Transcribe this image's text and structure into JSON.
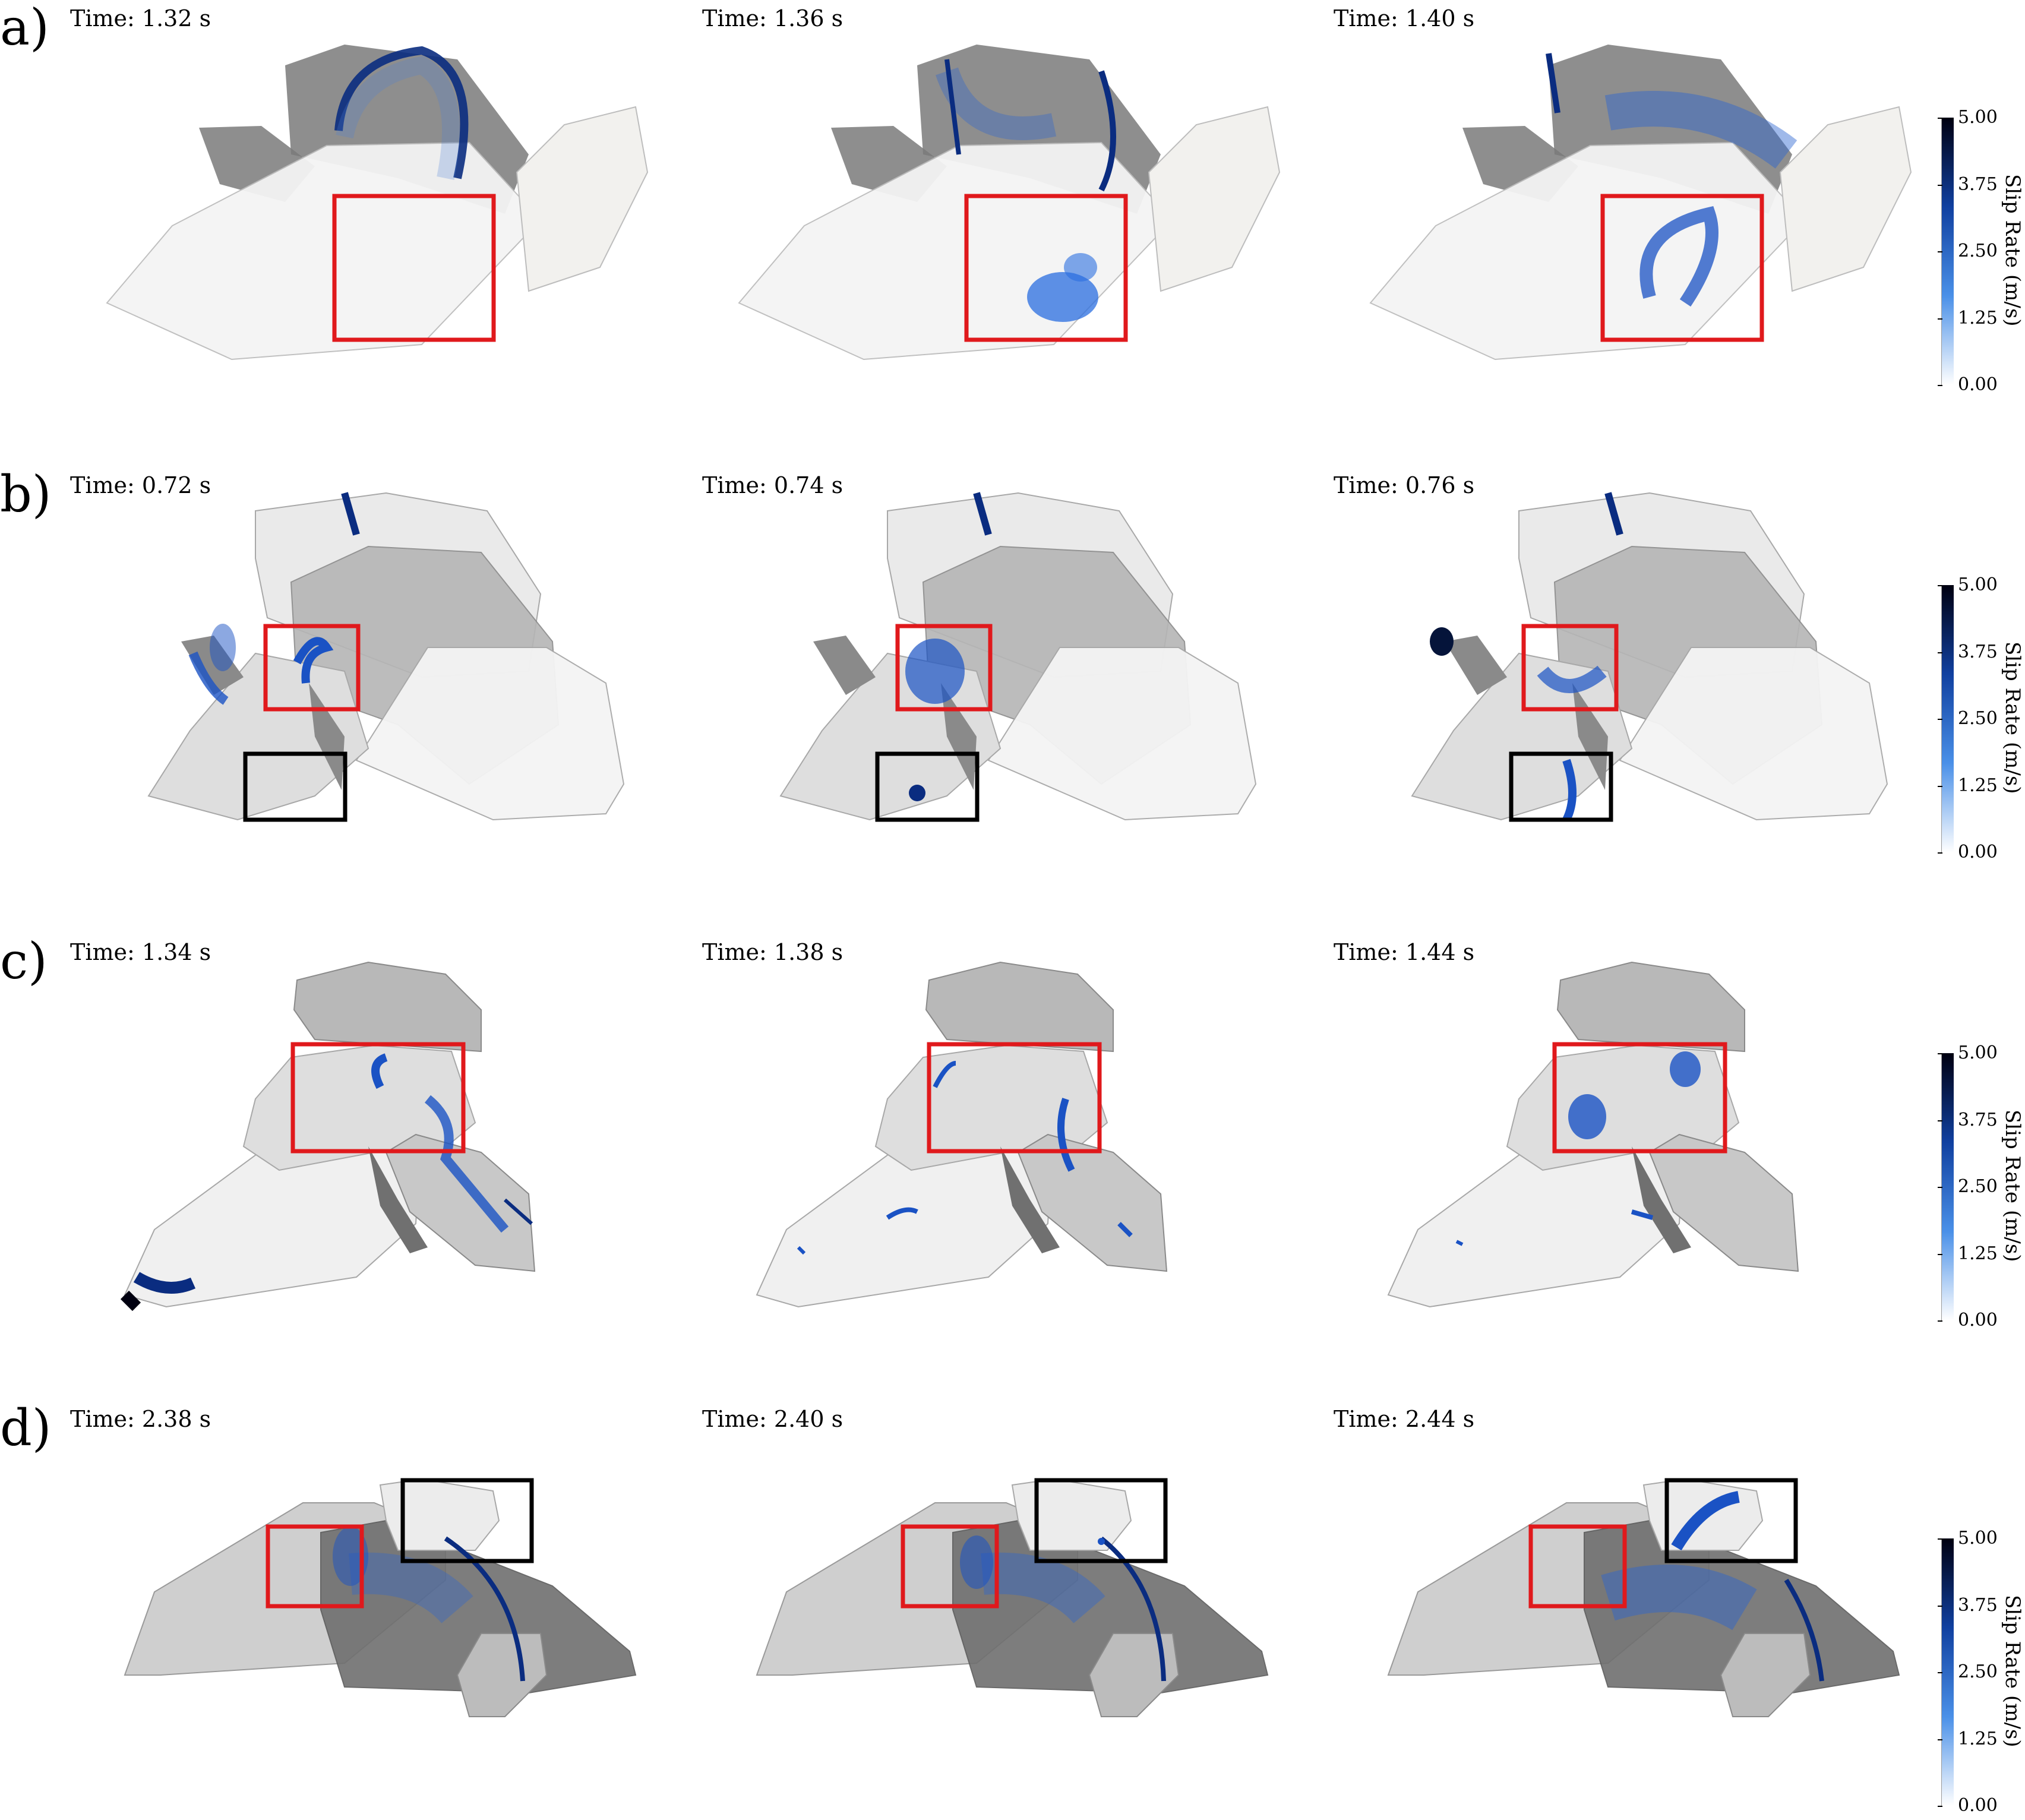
{
  "rows": [
    {
      "label": "a)",
      "times": [
        "Time: 1.32 s",
        "Time: 1.36 s",
        "Time: 1.40 s"
      ]
    },
    {
      "label": "b)",
      "times": [
        "Time: 0.72 s",
        "Time: 0.74 s",
        "Time: 0.76 s"
      ]
    },
    {
      "label": "c)",
      "times": [
        "Time: 1.34 s",
        "Time: 1.38 s",
        "Time: 1.44 s"
      ]
    },
    {
      "label": "d)",
      "times": [
        "Time: 2.38 s",
        "Time: 2.40 s",
        "Time: 2.44 s"
      ]
    }
  ],
  "colorbar": {
    "title": "Slip Rate (m/s)",
    "ticks": [
      "5.00",
      "3.75",
      "2.50",
      "1.25",
      "0.00"
    ],
    "min": 0.0,
    "max": 5.0,
    "colors": [
      "#ffffff",
      "#4a90e8",
      "#1040a0",
      "#000010"
    ]
  },
  "colors": {
    "highlight_box_red": "#e0191c",
    "highlight_box_black": "#000000",
    "fault_dark": "#7a7a7a",
    "fault_mid": "#b5b5b5",
    "fault_light": "#ececec",
    "slip_blue": "#1a52c4"
  }
}
